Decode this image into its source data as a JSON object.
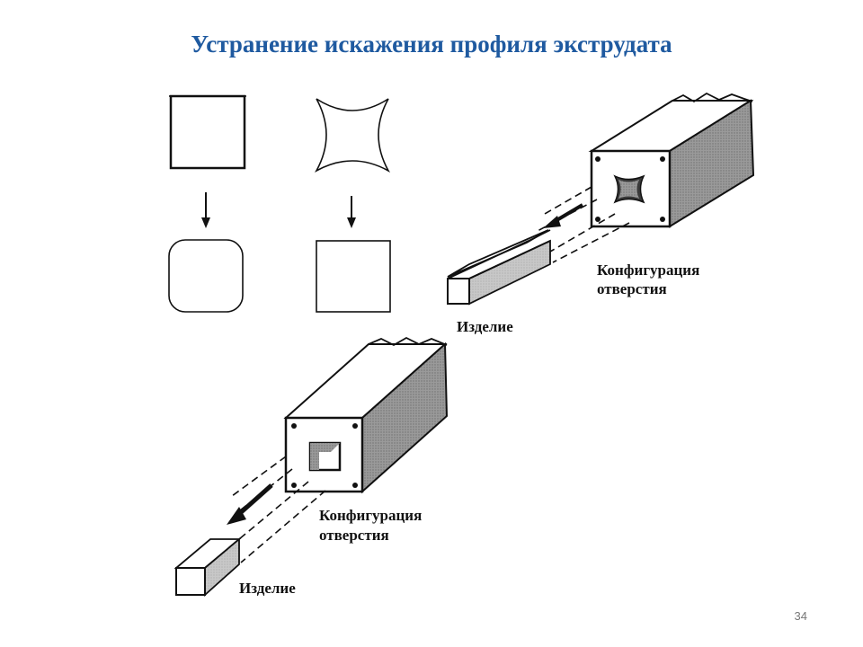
{
  "slide": {
    "title": "Устранение искажения профиля экструдата",
    "page_number": "34"
  },
  "diagram": {
    "top_die": {
      "label_line1": "Конфигурация",
      "label_line2": "отверстия",
      "product_label": "Изделие"
    },
    "bottom_die": {
      "label_line1": "Конфигурация",
      "label_line2": "отверстия",
      "product_label": "Изделие"
    }
  },
  "colors": {
    "title": "#1f5aa0",
    "ink": "#111111",
    "shade_dark": "#8a8a8a",
    "shade_light": "#c4c4c4"
  }
}
